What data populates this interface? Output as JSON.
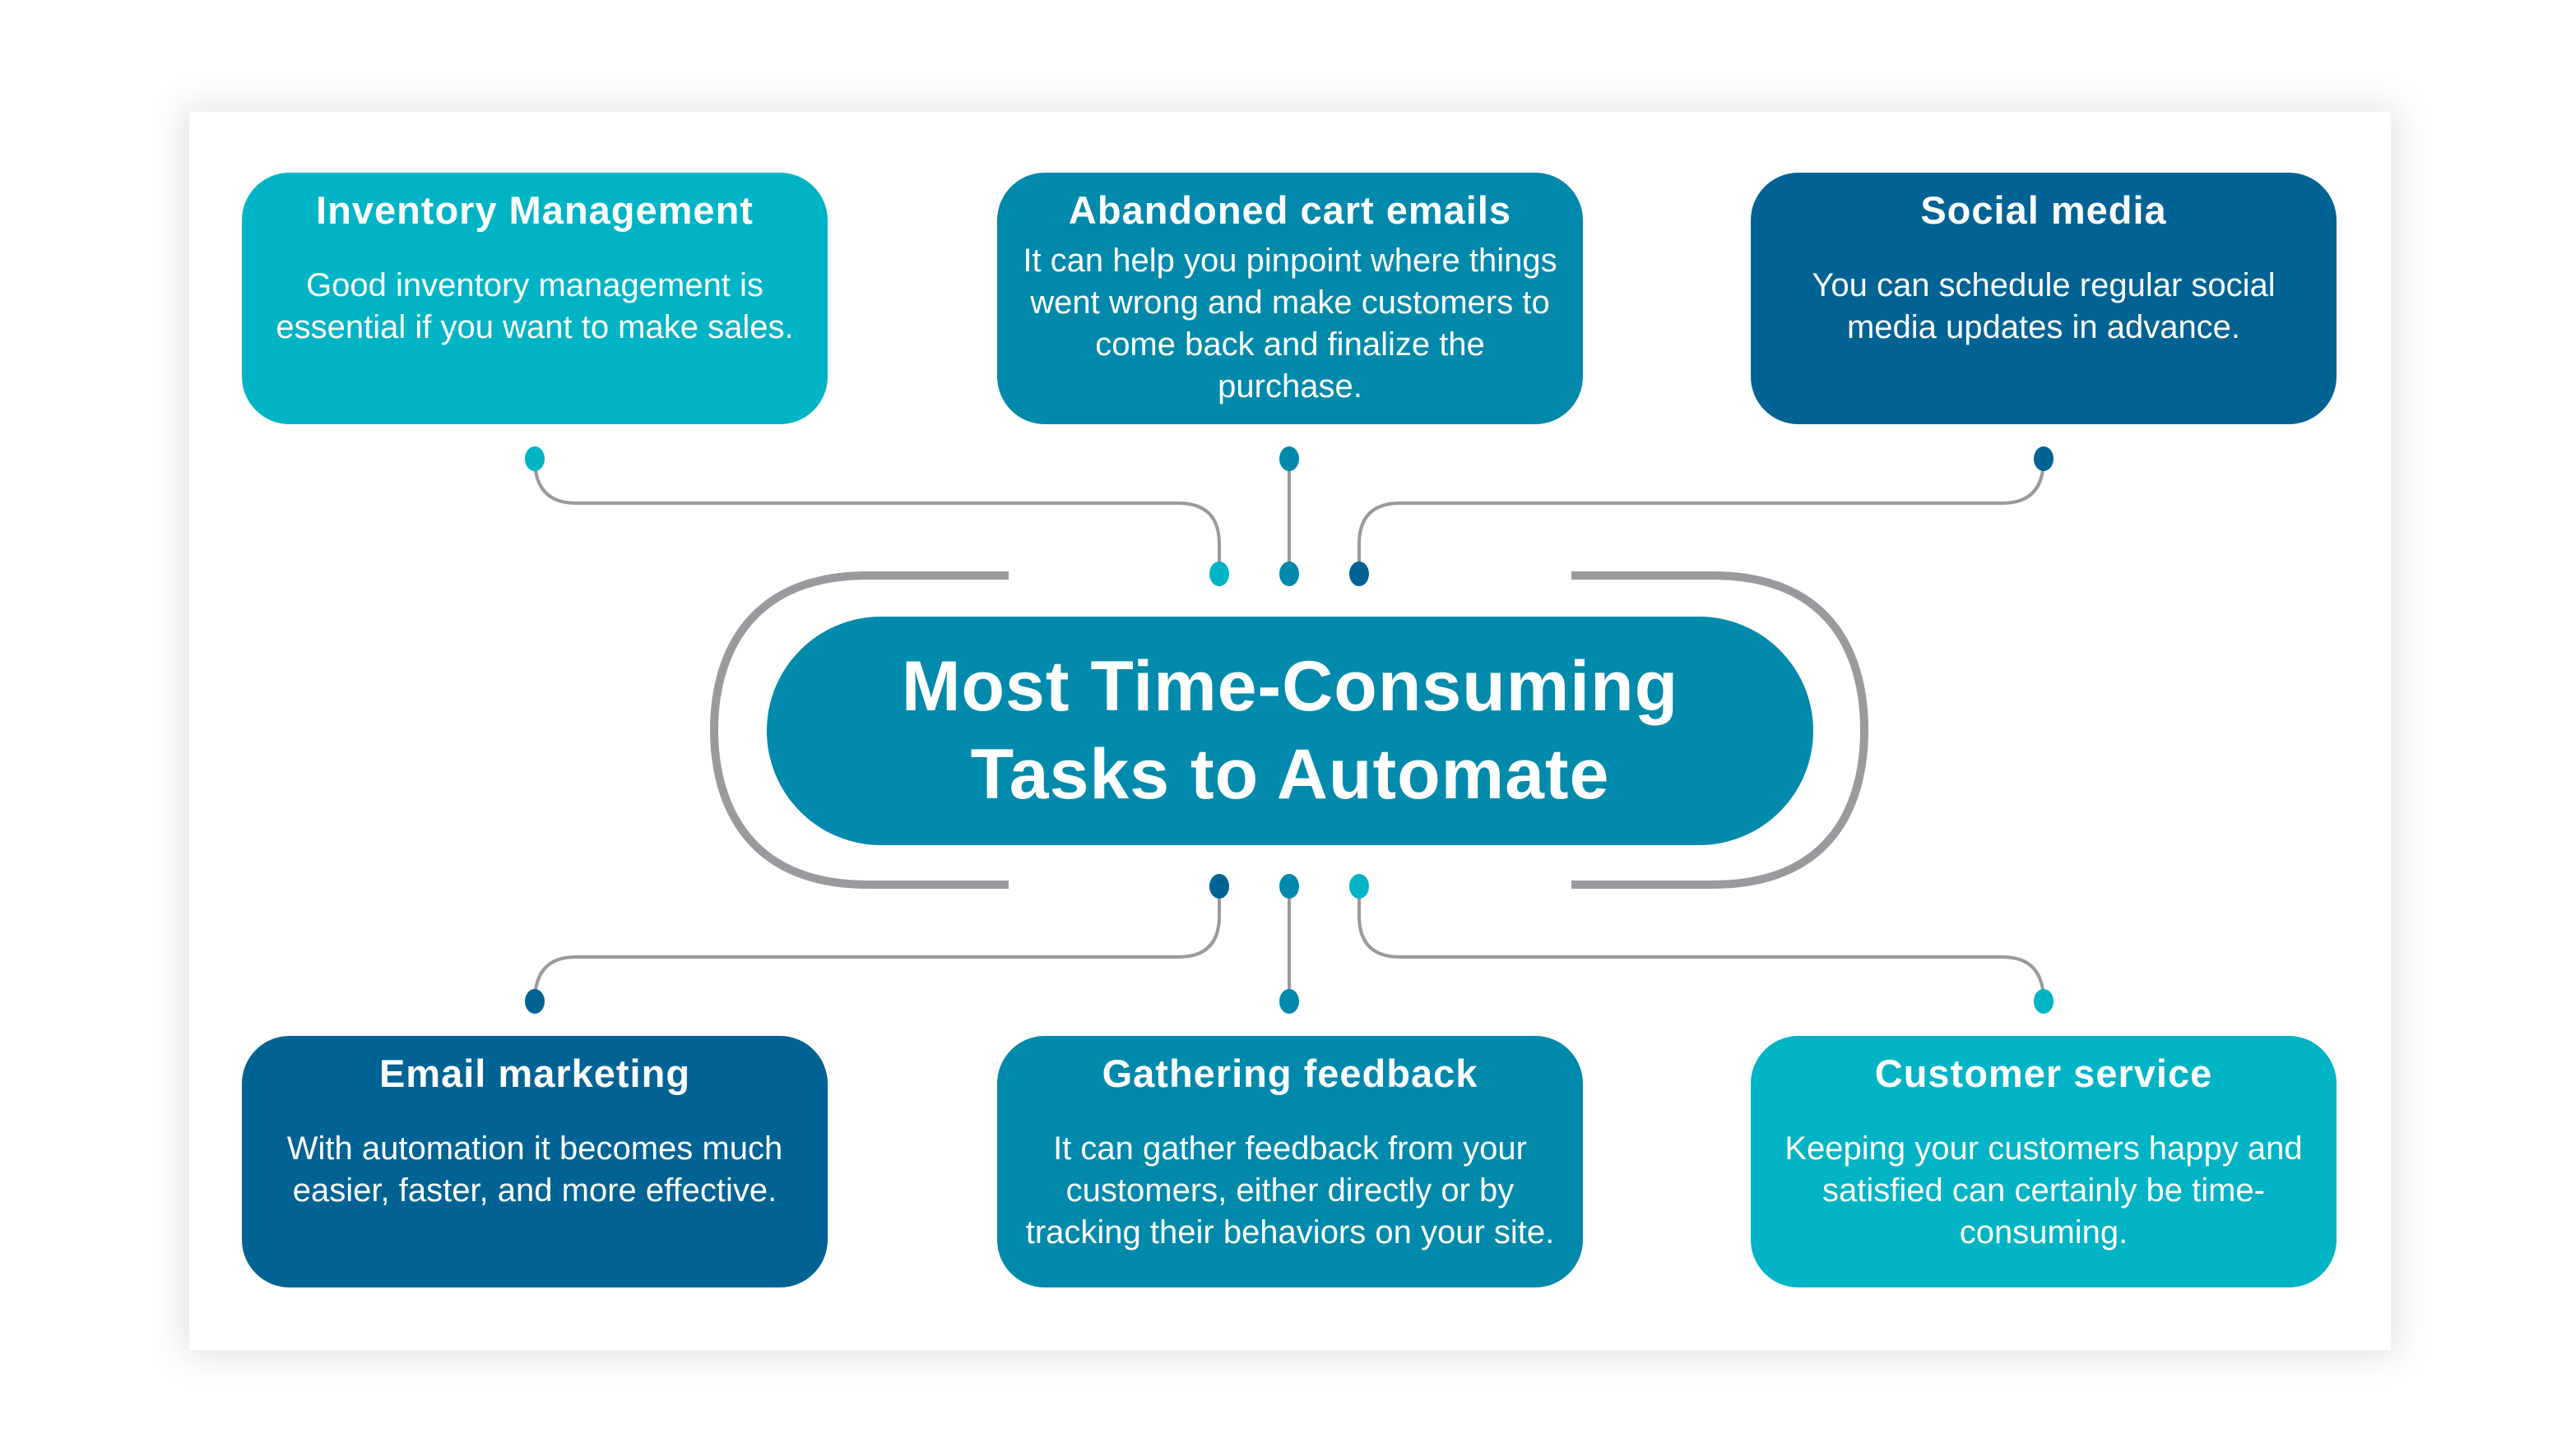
{
  "title": {
    "line1": "Most Time-Consuming",
    "line2": "Tasks to Automate"
  },
  "colors": {
    "teal": "#00b4c5",
    "mid_blue": "#0189ab",
    "dark_blue": "#016393",
    "connector_gray": "#9a9a9e"
  },
  "cards": [
    {
      "title": "Inventory Management",
      "desc": "Good inventory management is essential if you want to make sales.",
      "color": "teal"
    },
    {
      "title": "Abandoned cart emails",
      "desc": "It can help you pinpoint where things went wrong and make customers to come back and finalize the purchase.",
      "color": "mid_blue"
    },
    {
      "title": "Social media",
      "desc": "You can schedule regular social media updates in advance.",
      "color": "dark_blue"
    },
    {
      "title": "Email marketing",
      "desc": "With automation it becomes much easier, faster, and more effective.",
      "color": "dark_blue"
    },
    {
      "title": "Gathering feedback",
      "desc": "It can gather feedback from your customers, either directly or by tracking their behaviors on your site.",
      "color": "mid_blue"
    },
    {
      "title": "Customer service",
      "desc": "Keeping your customers happy and satisfied can certainly be time-consuming.",
      "color": "teal"
    }
  ]
}
